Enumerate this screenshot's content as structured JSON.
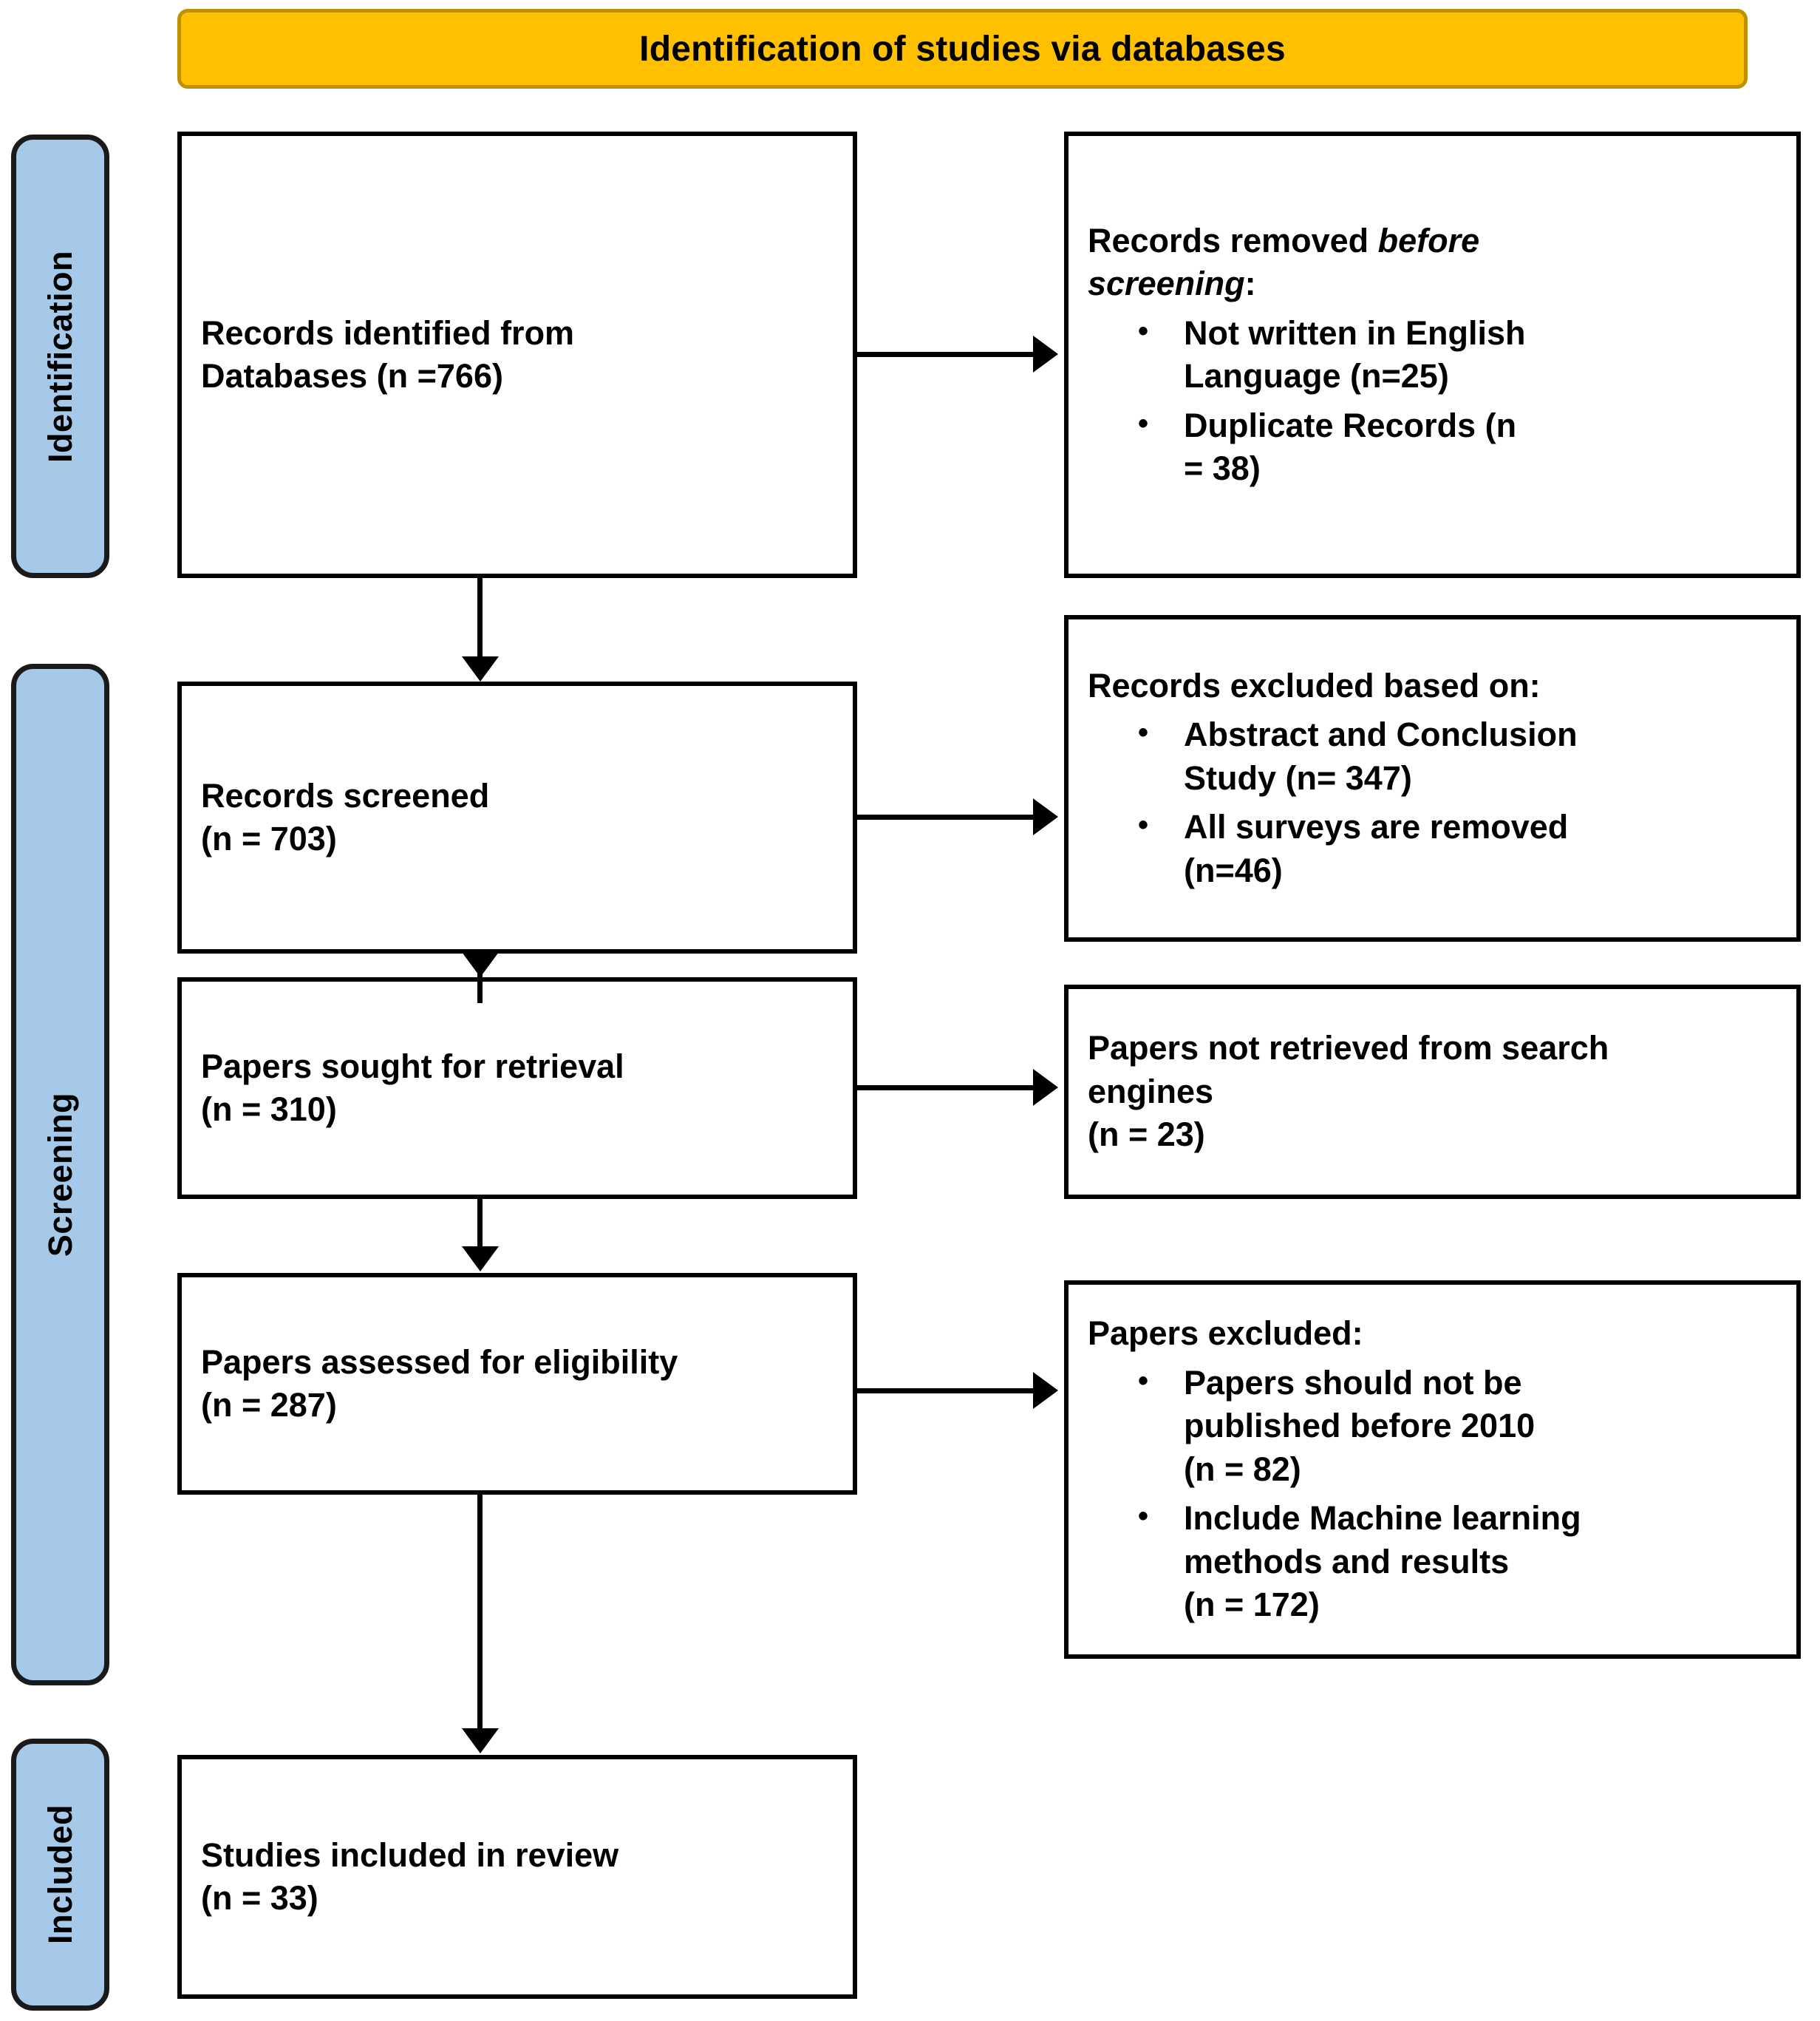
{
  "banner": {
    "title": "Identification of studies via databases",
    "fill_color": "#FFC000",
    "border_color": "#BF9000"
  },
  "rails": {
    "fill_color": "#A6C9E9",
    "items": [
      {
        "id": "identification",
        "label": "Identification"
      },
      {
        "id": "screening",
        "label": "Screening"
      },
      {
        "id": "included",
        "label": "Included"
      }
    ]
  },
  "flow": {
    "identified": {
      "text": "Records identified from\nDatabases (n =766)"
    },
    "removed": {
      "heading_part1": "Records removed ",
      "heading_italic": "before\nscreening",
      "heading_part2": ":",
      "bullets": [
        "Not written in English\nLanguage (n=25)",
        "Duplicate Records (n\n= 38)"
      ]
    },
    "screened": {
      "text": "Records screened\n(n = 703)"
    },
    "excluded_screening": {
      "heading": "Records excluded based on:",
      "bullets": [
        "Abstract and Conclusion\nStudy (n= 347)",
        "All surveys are removed\n(n=46)"
      ]
    },
    "sought": {
      "text": "Papers sought for retrieval\n(n = 310)"
    },
    "not_retrieved": {
      "text": "Papers not retrieved from search\nengines\n(n = 23)"
    },
    "assessed": {
      "text": "Papers assessed for eligibility\n(n = 287)"
    },
    "excluded_eligibility": {
      "heading": "Papers excluded:",
      "bullets": [
        "Papers should not be\npublished before 2010\n(n = 82)",
        "Include Machine learning\nmethods and results\n (n = 172)"
      ]
    },
    "included": {
      "text": "Studies included in review\n(n = 33)"
    }
  }
}
